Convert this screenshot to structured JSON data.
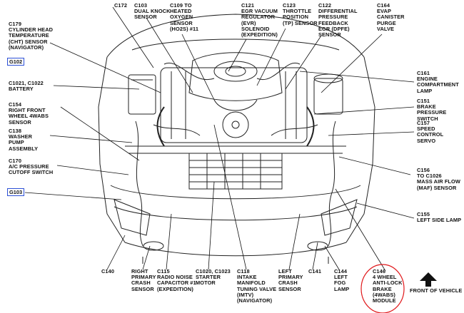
{
  "labels": {
    "c172": "C172",
    "c103": "C103\nDUAL KNOCK\nSENSOR",
    "c109": "C109 TO\nHEATED\nOXYGEN\nSENSOR\n(HO2S) #11",
    "c121": "C121\nEGR VACUUM\nREGULATOR\n(EVR)\nSOLENOID\n(EXPEDITION)",
    "c123": "C123\nTHROTTLE\nPOSITION\n(TP) SENSOR",
    "c122": "C122\nDIFFERENTIAL\nPRESSURE\nFEEDBACK\nEGR (DPFE)\nSENSOR",
    "c164": "C164\nEVAP\nCANISTER\nPURGE\nVALVE",
    "c179": "C179\nCYLINDER HEAD\nTEMPERATURE\n(CHT) SENSOR\n(NAVIGATOR)",
    "g102": "G102",
    "c1021": "C1021, C1022\nBATTERY",
    "c154": "C154\nRIGHT FRONT\nWHEEL 4WABS\nSENSOR",
    "c138": "C138\nWASHER\nPUMP\nASSEMBLY",
    "c170": "C170\nA/C PRESSURE\nCUTOFF SWITCH",
    "g103": "G103",
    "c161": "C161\nENGINE\nCOMPARTMENT\nLAMP",
    "c151": "C151\nBRAKE PRESSURE\nSWITCH",
    "c157": "C157\nSPEED\nCONTROL\nSERVO",
    "c156": "C156\nTO C1026\nMASS AIR FLOW\n(MAF) SENSOR",
    "c155": "C155\nLEFT SIDE LAMP",
    "c140": "C140",
    "right_primary": "RIGHT\nPRIMARY\nCRASH\nSENSOR",
    "c115": "C115\nRADIO NOISE\nCAPACITOR #1\n(EXPEDITION)",
    "c1020": "C1020, C1023\nSTARTER\nMOTOR",
    "c118": "C118\nINTAKE\nMANIFOLD\nTUNING VALVE\n(IMTV)\n(NAVIGATOR)",
    "left_primary": "LEFT\nPRIMARY\nCRASH\nSENSOR",
    "c141": "C141",
    "c144": "C144\nLEFT\nFOG\nLAMP",
    "c146": "C146\n4 WHEEL\nANTI-LOCK\nBRAKE\n(4WABS)\nMODULE",
    "front": "FRONT OF VEHICLE"
  },
  "colors": {
    "ink": "#111111",
    "box": "#2b4fd6",
    "circle": "#e0181b"
  }
}
